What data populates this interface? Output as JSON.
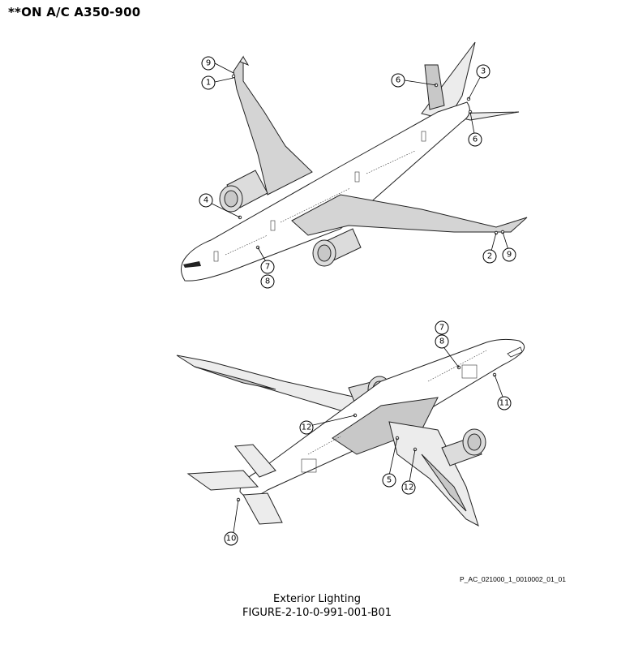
{
  "header": {
    "applicability": "**ON A/C A350-900"
  },
  "figure": {
    "reference_code": "P_AC_021000_1_0010002_01_01",
    "caption_title": "Exterior Lighting",
    "caption_id": "FIGURE-2-10-0-991-001-B01"
  },
  "callouts": {
    "top_view": [
      "9",
      "1",
      "6",
      "3",
      "6",
      "4",
      "7",
      "8",
      "2",
      "9"
    ],
    "bottom_view": [
      "7",
      "8",
      "11",
      "12",
      "5",
      "12",
      "10"
    ]
  }
}
